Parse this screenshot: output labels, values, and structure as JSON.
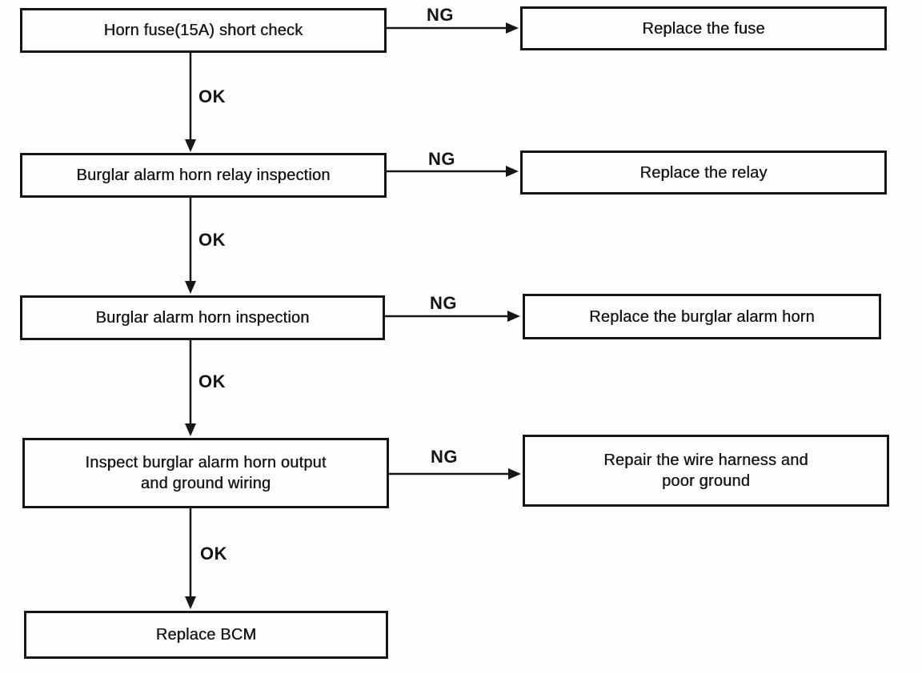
{
  "flowchart": {
    "labels": {
      "ok": "OK",
      "ng": "NG"
    },
    "steps": [
      {
        "label": "Horn fuse(15A) short check"
      },
      {
        "label": "Burglar alarm horn relay inspection"
      },
      {
        "label": "Burglar alarm horn inspection"
      },
      {
        "label": "Inspect burglar alarm horn output\nand ground wiring"
      },
      {
        "label": "Replace BCM"
      }
    ],
    "actions": [
      {
        "label": "Replace the fuse"
      },
      {
        "label": "Replace the relay"
      },
      {
        "label": "Replace the burglar alarm horn"
      },
      {
        "label": "Repair the wire harness and\npoor ground"
      }
    ],
    "colors": {
      "ink": "#161616",
      "background": "#ffffff"
    }
  }
}
